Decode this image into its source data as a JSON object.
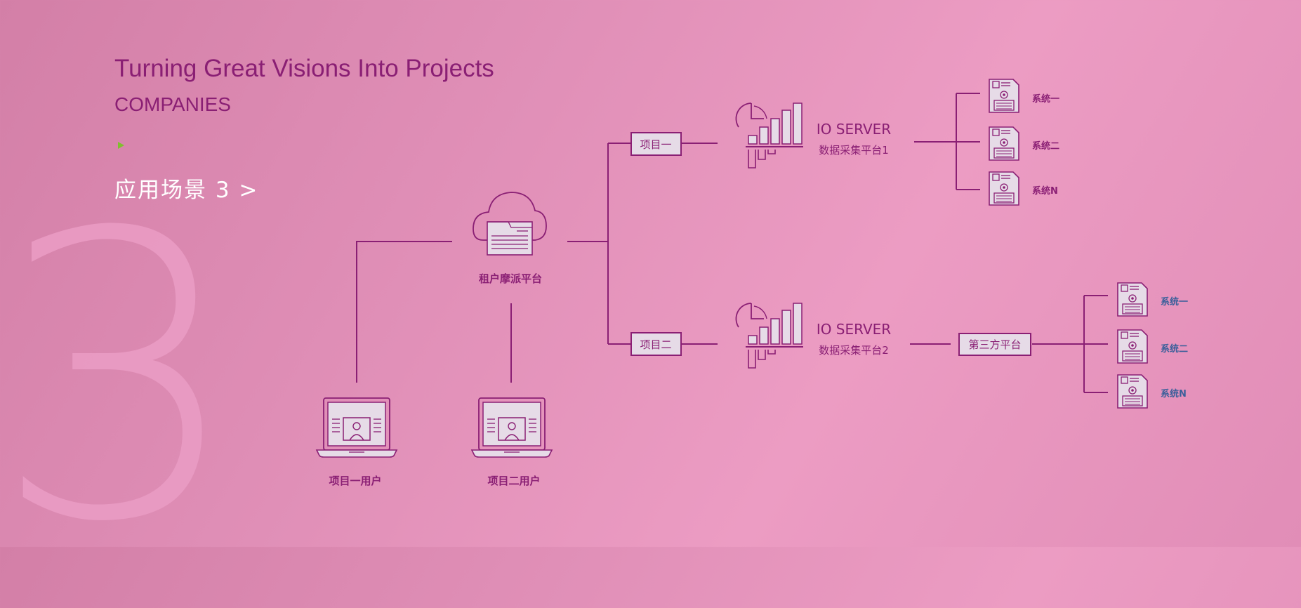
{
  "header": {
    "title": "Turning Great Visions Into Projects",
    "subtitle": "COMPANIES",
    "scene": "应用场景 3 >",
    "big_number": "3"
  },
  "diagram": {
    "cloud_label": "租户摩派平台",
    "user1_label": "项目一用户",
    "user2_label": "项目二用户",
    "project1_label": "项目一",
    "project2_label": "项目二",
    "server1_title": "IO SERVER",
    "server1_sub": "数据采集平台1",
    "server2_title": "IO SERVER",
    "server2_sub": "数据采集平台2",
    "third_party_label": "第三方平台",
    "group1": [
      "系统一",
      "系统二",
      "系统N"
    ],
    "group2": [
      "系统一",
      "系统二",
      "系统N"
    ]
  },
  "colors": {
    "primary": "#8a1f74",
    "box_fill": "#e6dbe7",
    "accent_green": "#7fbf2e",
    "group2_label": "#3a5f9a",
    "big_number": "#ea9cc4"
  }
}
